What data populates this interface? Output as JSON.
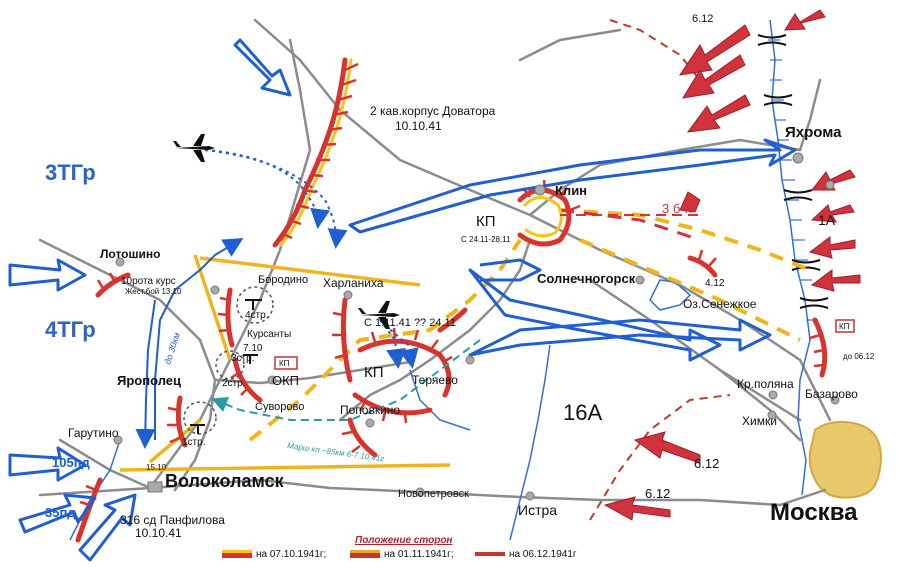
{
  "army_labels": {
    "tgr3": "3ТГр",
    "tgr4": "4ТГр",
    "a16": "16А",
    "a1": "1А"
  },
  "cities": {
    "moskva": "Москва",
    "volokolamsk": "Волоколамск",
    "klin": "Клин",
    "solnechnogorsk": "Солнечногорск",
    "yakhroma": "Яхрома",
    "istra": "Истра",
    "khimki": "Химки",
    "kr_polyana": "Кр.поляна",
    "bazarovo": "Базарово",
    "oz_senezhskoe": "Оз.Сенежкое",
    "novopetrovsk": "Новопетровск",
    "terayevo": "Теряево",
    "povovkino": "Поповкино",
    "suvorovo": "Суворово",
    "kharlanikha": "Харланиха",
    "borodino": "Бородино",
    "lotoshino": "Лотошино",
    "yaropolets": "Ярополец",
    "garutino": "Гарутино"
  },
  "unit_labels": {
    "cav_corps_line1": "2 кав.корпус Доватора",
    "cav_corps_line2": "10.10.41",
    "div316_line1": "316 сд Панфилова",
    "div316_line2": "10.10.41",
    "pd105": "105пд",
    "pd35": "35пд",
    "company10_line1": "10рота курс",
    "company10_line2": "Жест.бой 13.10",
    "str4": "4стр.",
    "kursanty": "Курсанты",
    "date_710": "7.10",
    "str3": "3стр.",
    "str2": "2стр.",
    "str1": "1стр.",
    "date_1510": "15.10",
    "bn3": "3 б-н",
    "kp": "КП",
    "okp": "ОКП",
    "kp_klin_dates": "С 24.11-28.11",
    "kp_date_1": "С 1.11.41 ?? 24.11",
    "kp_bazarovo_date": "до 06.12",
    "date_412": "4.12",
    "date_612": "6.12",
    "do30km": "до 30км",
    "march_kp": "Марш кп ~85км 6-7.10.41г"
  },
  "legend": {
    "title": "Положение сторон",
    "items": [
      {
        "label": "на 07.10.1941г;",
        "color": "#d9342b",
        "accent": "#f5c518"
      },
      {
        "label": "на 01.11.1941г;",
        "color": "#c0392b",
        "accent": "#f5a623"
      },
      {
        "label": "на 06.12.1941г",
        "color": "#c0392b",
        "accent": "#c0392b"
      }
    ]
  },
  "colors": {
    "soviet_line": "#d9342b",
    "soviet_accent": "#f5c518",
    "german_arrow": "#1f5fd1",
    "attack_arrow": "#d2323c",
    "road": "#8c8c8c",
    "river": "#2f6fd8",
    "march_route": "#2a9aa8",
    "moscow_fill": "#e7c86b"
  }
}
